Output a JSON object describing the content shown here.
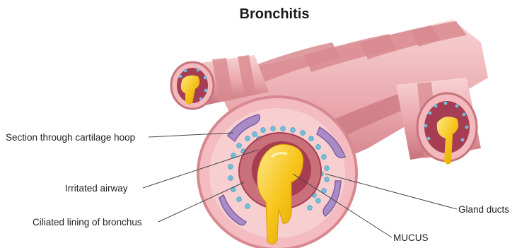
{
  "title": "Bronchitis",
  "labels": {
    "cartilage": "Section through cartilage hoop",
    "irritated": "Irritated airway",
    "ciliated": "Ciliated lining of bronchus",
    "gland": "Gland ducts",
    "mucus": "MUCUS"
  },
  "colors": {
    "tube_light": "#f6c3c6",
    "tube_band": "#d8898f",
    "tube_dark": "#b9636c",
    "inner_wall": "#c9707b",
    "lumen": "#a63d52",
    "gland_dots": "#6ec0dc",
    "cartilage": "#a98bc6",
    "mucus": "#f7c51c",
    "mucus_highlight": "#fde88a"
  }
}
